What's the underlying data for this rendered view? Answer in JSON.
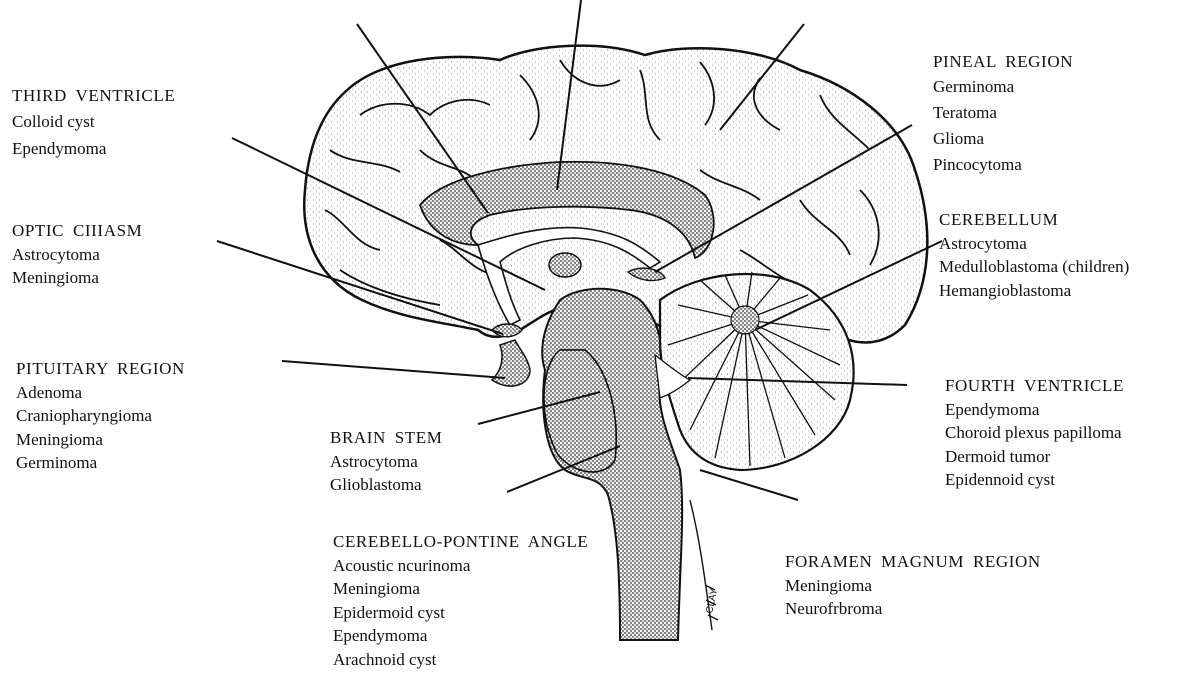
{
  "legends": {
    "third_ventricle": {
      "heading": "THIRD VENTRICLE",
      "items": [
        "Colloid cyst",
        "Ependymoma"
      ]
    },
    "optic_chiasm": {
      "heading": "OPTIC CIIIASM",
      "items": [
        "Astrocytoma",
        "Meningioma"
      ]
    },
    "pituitary_region": {
      "heading": "PITUITARY REGION",
      "items": [
        "Adenoma",
        "Craniopharyngioma",
        "Meningioma",
        "Germinoma"
      ]
    },
    "brain_stem": {
      "heading": "BRAIN STEM",
      "items": [
        "Astrocytoma",
        "Glioblastoma"
      ]
    },
    "cerebellopontine_angle": {
      "heading": "CEREBELLO-PONTINE ANGLE",
      "items": [
        "Acoustic ncurinoma",
        "Meningioma",
        "Epidermoid cyst",
        "Ependymoma",
        "Arachnoid cyst"
      ]
    },
    "pineal_region": {
      "heading": "PINEAL REGION",
      "items": [
        "Germinoma",
        "Teratoma",
        "Glioma",
        "Pincocytoma"
      ]
    },
    "cerebellum": {
      "heading": "CEREBELLUM",
      "items": [
        "Astrocytoma",
        "Medulloblastoma (children)",
        "Hemangioblastoma"
      ]
    },
    "fourth_ventricle": {
      "heading": "FOURTH VENTRICLE",
      "items": [
        "Ependymoma",
        "Choroid plexus papilloma",
        "Dermoid tumor",
        "Epidennoid cyst"
      ]
    },
    "foramen_magnum_region": {
      "heading": "FORAMEN MAGNUM REGION",
      "items": [
        "Meningioma",
        "Neurofrbroma"
      ]
    }
  },
  "illustration": {
    "signature": "CLAY"
  }
}
